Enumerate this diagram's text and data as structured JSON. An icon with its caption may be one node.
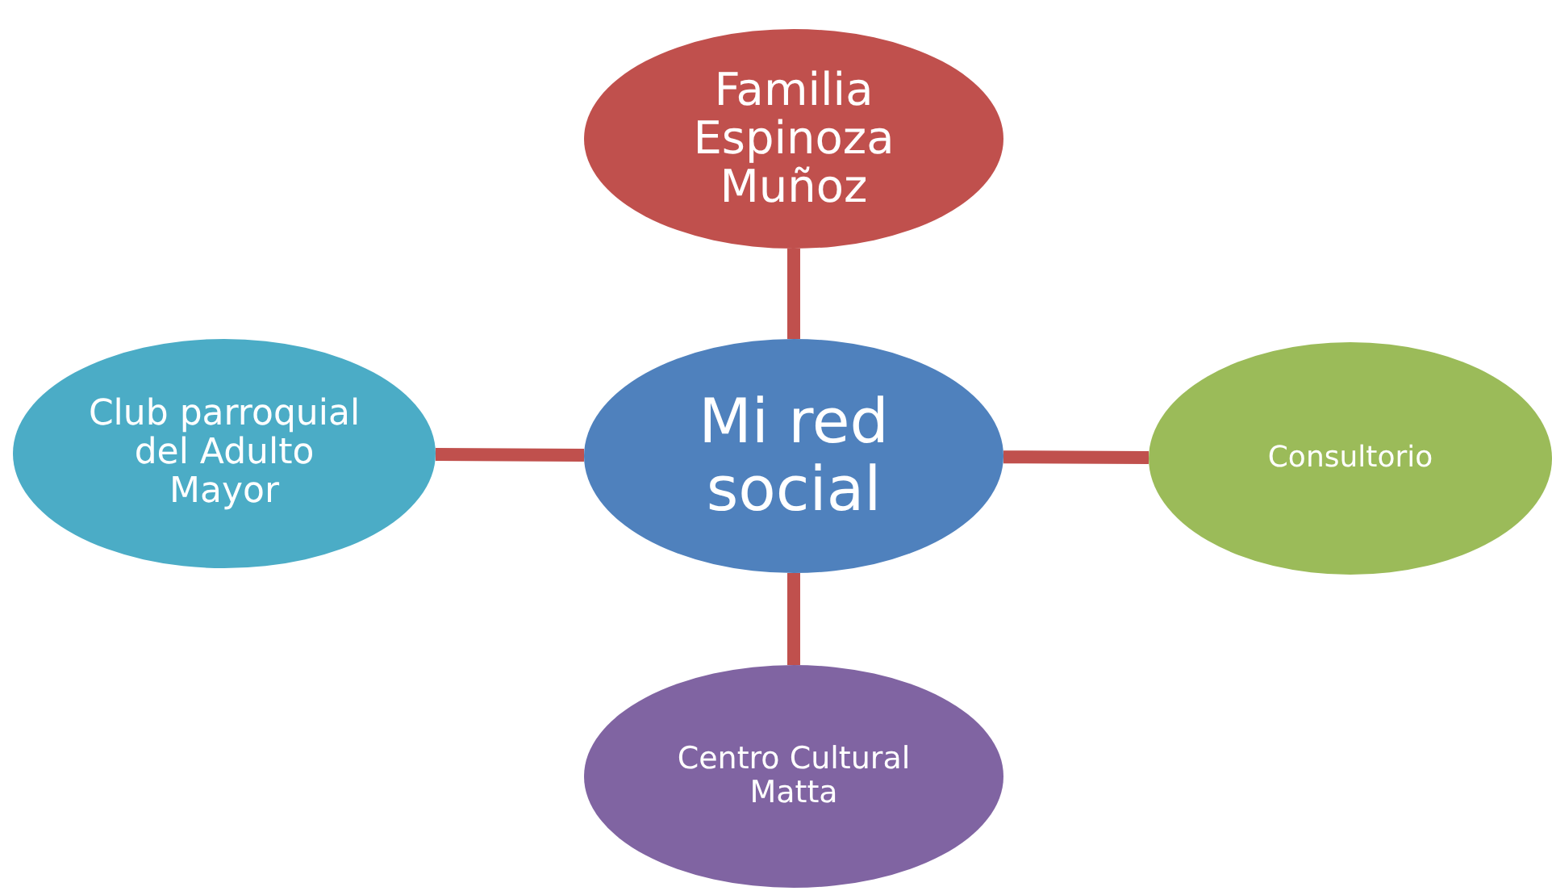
{
  "diagram": {
    "nodes": [
      {
        "text": [
          "Familia Espinoza Muñoz"
        ]
      },
      {
        "text": [
          "Club parroquial del Adulto Mayor"
        ]
      },
      {
        "text": [
          "Mi red social"
        ]
      },
      {
        "text": [
          "Consultorio"
        ]
      },
      {
        "text": [
          "Centro Cultural Matta"
        ]
      }
    ],
    "edges": [
      {
        "from": 2,
        "to": 0,
        "arrow": "none"
      },
      {
        "from": 2,
        "to": 1,
        "arrow": "none"
      },
      {
        "from": 2,
        "to": 3,
        "arrow": "none"
      },
      {
        "from": 2,
        "to": 4,
        "arrow": "none"
      }
    ]
  }
}
